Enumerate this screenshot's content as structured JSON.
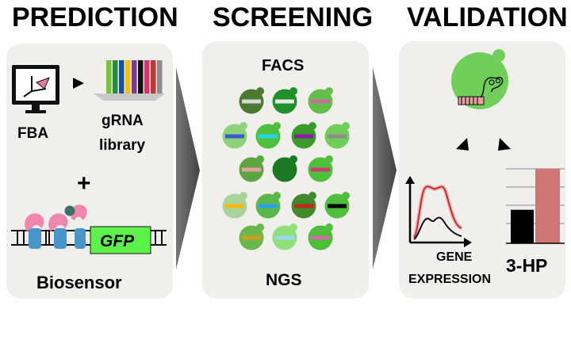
{
  "headers": {
    "prediction": "PREDICTION",
    "screening": "SCREENING",
    "validation": "VALIDATION"
  },
  "prediction": {
    "fba_label": "FBA",
    "grna_label_line1": "gRNA",
    "grna_label_line2": "library",
    "plus_sign": "+",
    "gfp_label": "GFP",
    "biosensor_label": "Biosensor",
    "grna_bar_colors": [
      "#7ac143",
      "#2c8c3c",
      "#1a4fa0",
      "#f2c010",
      "#7a3b8f",
      "#111111",
      "#d6336c",
      "#c0392b",
      "#8e8e8e"
    ]
  },
  "screening": {
    "facs_label": "FACS",
    "ngs_label": "NGS",
    "cell_colors": [
      [
        "#4a7a2f",
        "#1f8f2a",
        "#62c04a"
      ],
      [
        "#8fd27a",
        "#4dbf3a",
        "#3a9a2c",
        "#6fcf5a"
      ],
      [
        "#5aa640",
        "#1a7a22",
        "#4dbf3a"
      ],
      [
        "#a8d49a",
        "#5ab84a",
        "#3f8a2d",
        "#4dbf3a"
      ],
      [
        "#6ab84a",
        "#8fe07a",
        "#4dbf3a"
      ]
    ],
    "stripe_colors": [
      [
        "#d9d9d9",
        "#e8e8e8",
        "#cc6fa3"
      ],
      [
        "#3a5bd0",
        "#25d6e6",
        "#8a1fa0",
        "#8c8c8c"
      ],
      [
        "#e6a0a0",
        "#1a7a22",
        "#cc3d7a"
      ],
      [
        "#f2b816",
        "#25a3e6",
        "#c0281a",
        "#000000"
      ],
      [
        "#c9a020",
        "#9ad8f0",
        "#cc6fa3"
      ]
    ]
  },
  "validation": {
    "gene_expression_line1": "GENE",
    "gene_expression_line2": "EXPRESSION",
    "product_label": "3-HP",
    "bar_colors": {
      "control": "#000000",
      "engineered": "#d07474"
    },
    "product_values": {
      "control": 0.45,
      "engineered": 1.0
    }
  },
  "colors": {
    "panel_bg": "#f0efeb",
    "arrow_gray": "#555555",
    "cell_green": "#6fcf5a",
    "pink": "#ef86b0",
    "blue": "#4b96c8",
    "gfp_green": "#5cf24a"
  }
}
